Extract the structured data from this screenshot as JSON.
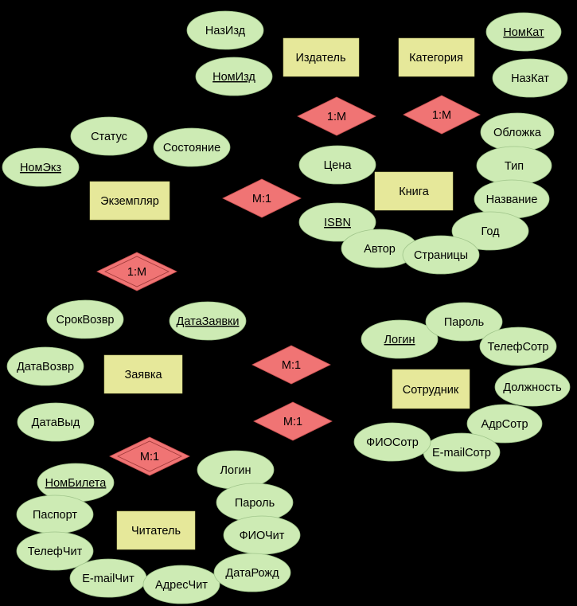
{
  "entities": {
    "izdatel": "Издатель",
    "kategoriya": "Категория",
    "ekzemplyar": "Экземпляр",
    "kniga": "Книга",
    "zayavka": "Заявка",
    "sotrudnik": "Сотрудник",
    "chitatel": "Читатель"
  },
  "attributes": {
    "nazizd": "НазИзд",
    "nomizd": "НомИзд",
    "nomkat": "НомКат",
    "nazkat": "НазКат",
    "status": "Статус",
    "sostoyanie": "Состояние",
    "nomekz": "НомЭкз",
    "tsena": "Цена",
    "oblozhka": "Обложка",
    "tip": "Тип",
    "nazvanie": "Название",
    "god": "Год",
    "isbn": "ISBN",
    "avtor": "Автор",
    "stranitsy": "Страницы",
    "srokvozvr": "СрокВозвр",
    "datazayavki": "ДатаЗаявки",
    "datavozvr": "ДатаВозвр",
    "datavyd": "ДатаВыд",
    "login_sotr": "Логин",
    "parol_sotr": "Пароль",
    "telefsotr": "ТелефСотр",
    "dolzhnost": "Должность",
    "adrsotr": "АдрСотр",
    "emailsotr": "E-mailСотр",
    "fiosotr": "ФИОСотр",
    "nombileta": "НомБилета",
    "pasport": "Паспорт",
    "telefchit": "ТелефЧит",
    "emailchit": "E-mailЧит",
    "adreschit": "АдресЧит",
    "login_chit": "Логин",
    "parol_chit": "Пароль",
    "fiochit": "ФИОЧит",
    "datarozhd": "ДатаРожд"
  },
  "relationships": {
    "izd_kniga": "1:M",
    "kat_kniga": "1:M",
    "ekz_kniga": "M:1",
    "ekz_zayavka": "1:M",
    "zayavka_sotr_1": "M:1",
    "zayavka_sotr_2": "M:1",
    "zayavka_chit": "M:1"
  }
}
